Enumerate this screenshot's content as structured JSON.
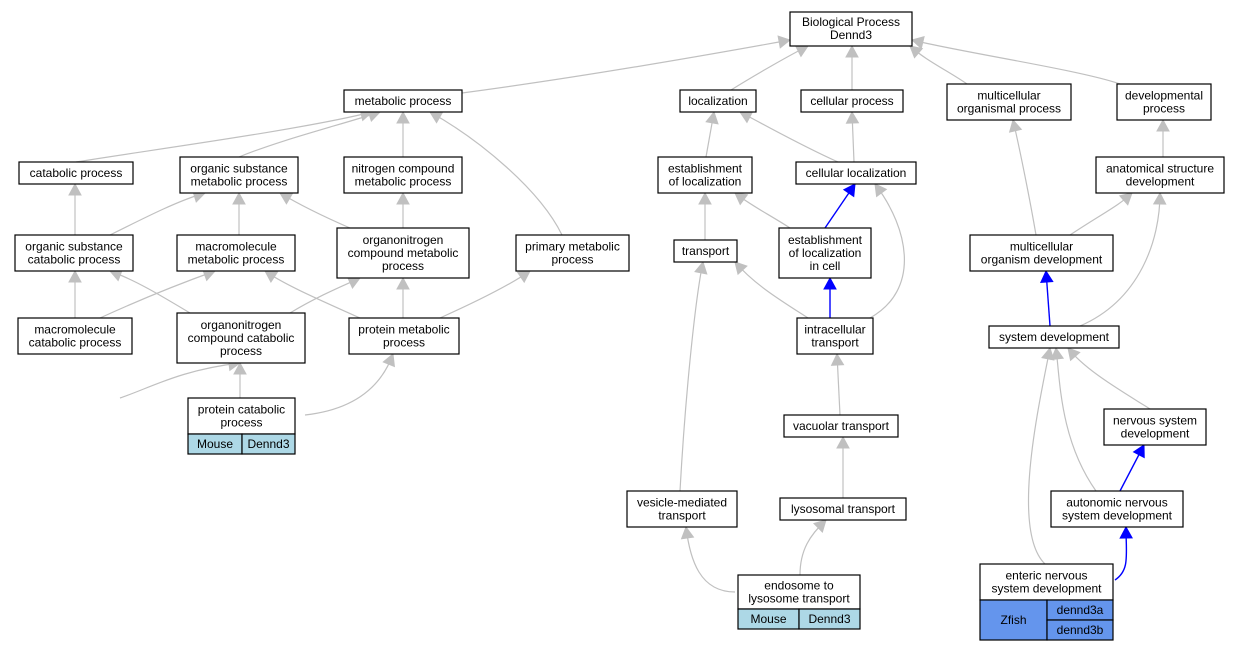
{
  "graph": {
    "root": {
      "line1": "Biological Process",
      "line2": "Dennd3"
    },
    "nodes": {
      "metabolic": [
        "metabolic process"
      ],
      "localization": [
        "localization"
      ],
      "cellular_process": [
        "cellular process"
      ],
      "multicellular_organismal": [
        "multicellular",
        "organismal process"
      ],
      "developmental": [
        "developmental",
        "process"
      ],
      "catabolic": [
        "catabolic process"
      ],
      "organic_substance_metabolic": [
        "organic substance",
        "metabolic process"
      ],
      "nitrogen_compound_metabolic": [
        "nitrogen compound",
        "metabolic process"
      ],
      "establishment_localization": [
        "establishment",
        "of localization"
      ],
      "cellular_localization": [
        "cellular localization"
      ],
      "anatomical_structure_development": [
        "anatomical structure",
        "development"
      ],
      "organic_substance_catabolic": [
        "organic substance",
        "catabolic process"
      ],
      "macromolecule_metabolic": [
        "macromolecule",
        "metabolic process"
      ],
      "organonitrogen_compound_metabolic": [
        "organonitrogen",
        "compound metabolic",
        "process"
      ],
      "primary_metabolic": [
        "primary metabolic",
        "process"
      ],
      "transport": [
        "transport"
      ],
      "establishment_localization_cell": [
        "establishment",
        "of localization",
        "in cell"
      ],
      "multicellular_organism_development": [
        "multicellular",
        "organism development"
      ],
      "macromolecule_catabolic": [
        "macromolecule",
        "catabolic process"
      ],
      "organonitrogen_compound_catabolic": [
        "organonitrogen",
        "compound catabolic",
        "process"
      ],
      "protein_metabolic": [
        "protein metabolic",
        "process"
      ],
      "intracellular_transport": [
        "intracellular",
        "transport"
      ],
      "system_development": [
        "system development"
      ],
      "vacuolar_transport": [
        "vacuolar transport"
      ],
      "nervous_system_development": [
        "nervous system",
        "development"
      ],
      "vesicle_mediated_transport": [
        "vesicle-mediated",
        "transport"
      ],
      "lysosomal_transport": [
        "lysosomal transport"
      ],
      "autonomic_nervous_system_development": [
        "autonomic nervous",
        "system development"
      ]
    },
    "leaves": {
      "protein_catabolic": {
        "lines": [
          "protein catabolic",
          "process"
        ],
        "species": "Mouse",
        "genes": [
          "Dennd3"
        ]
      },
      "endosome_lysosome": {
        "lines": [
          "endosome to",
          "lysosome transport"
        ],
        "species": "Mouse",
        "genes": [
          "Dennd3"
        ]
      },
      "enteric_nervous": {
        "lines": [
          "enteric nervous",
          "system development"
        ],
        "species": "Zfish",
        "genes": [
          "dennd3a",
          "dennd3b"
        ]
      }
    },
    "colors": {
      "mouse": "#add8e6",
      "zfish": "#6495ed",
      "edge_default": "#c0c0c0",
      "edge_highlight": "#0000ff"
    }
  }
}
